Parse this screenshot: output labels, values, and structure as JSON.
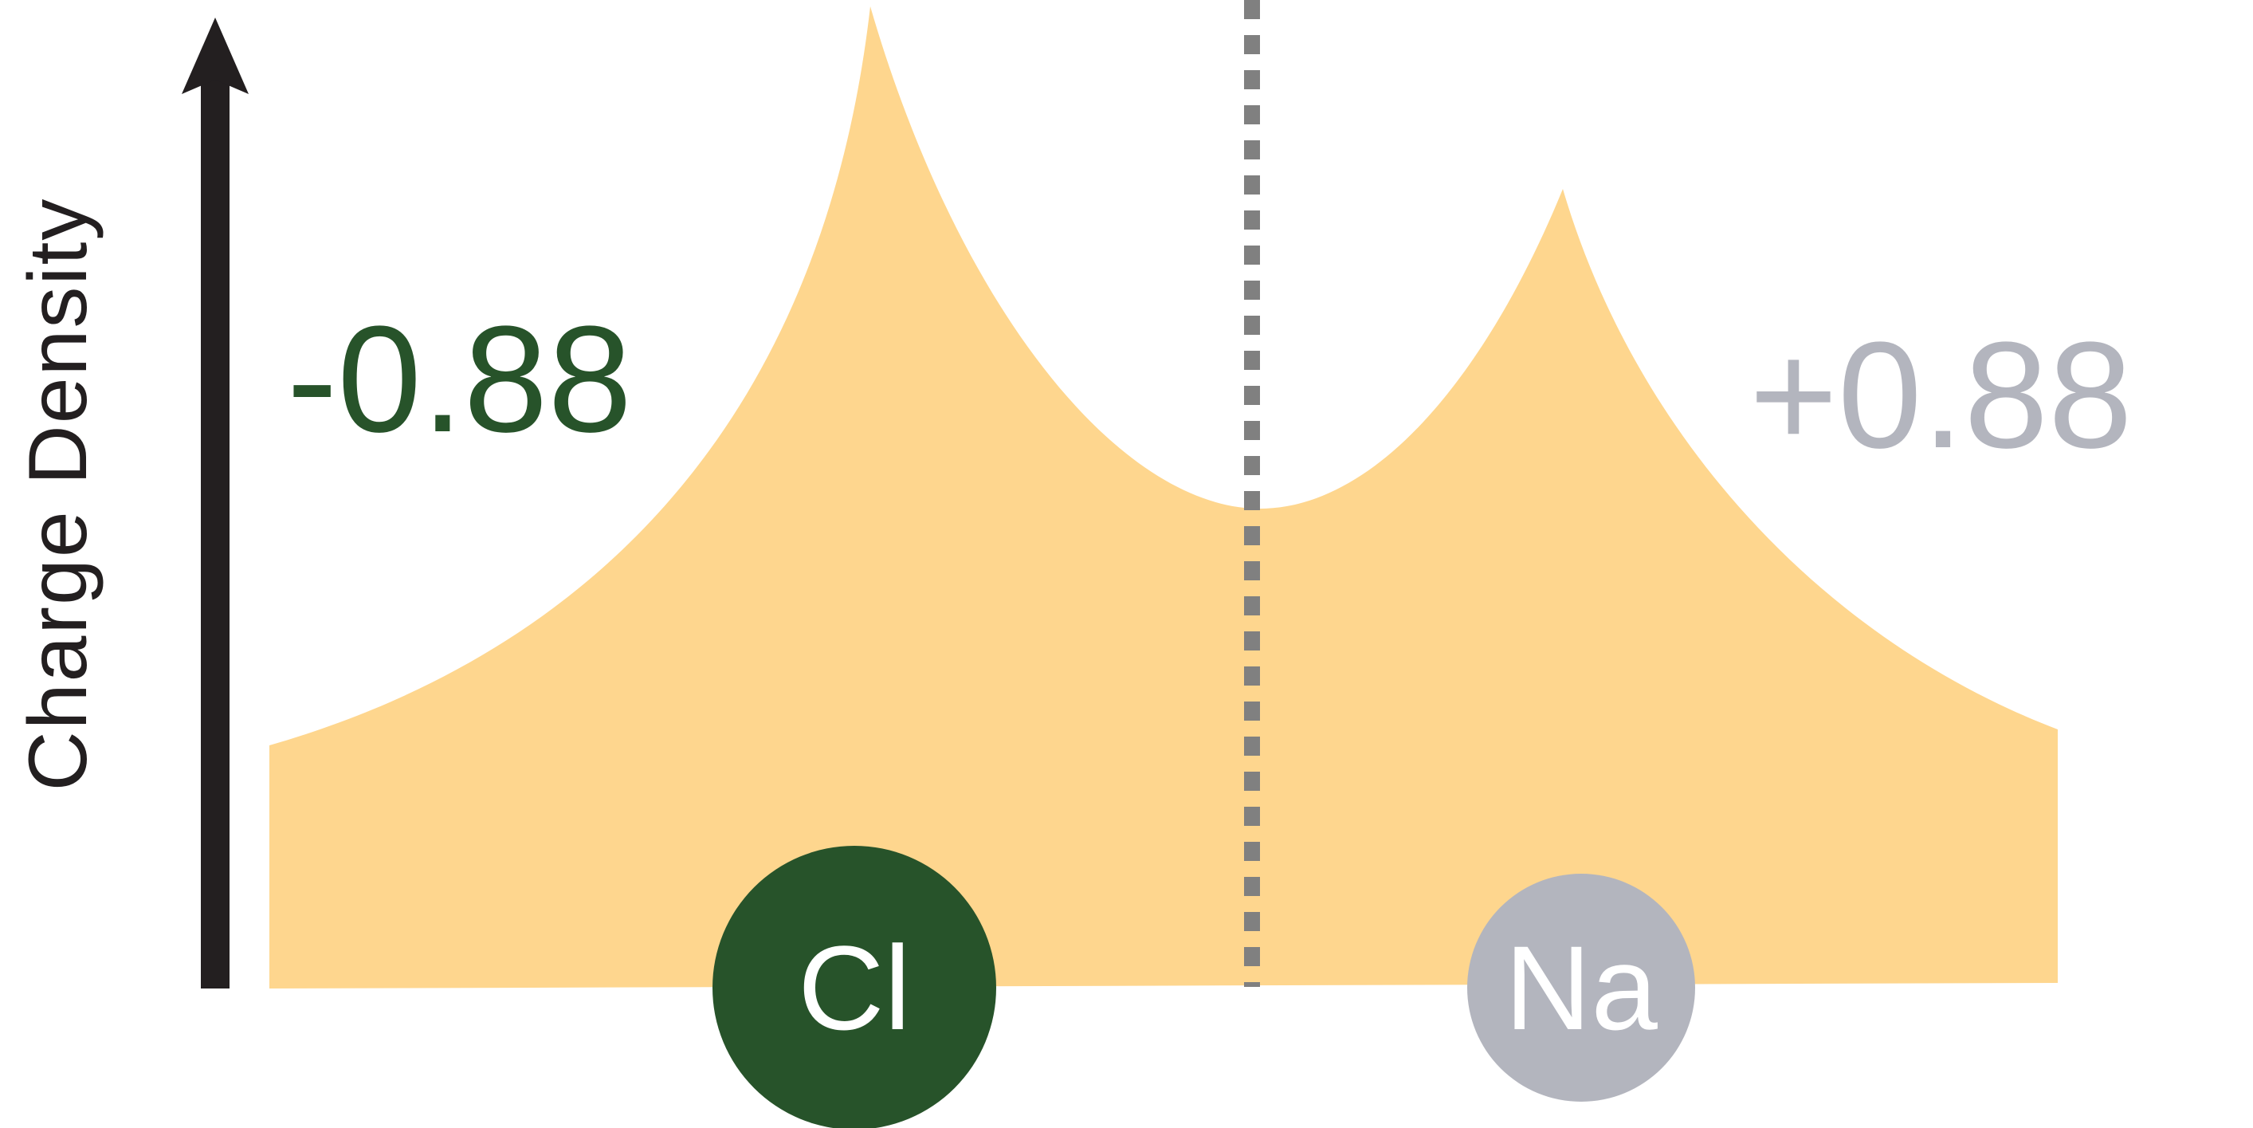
{
  "axis": {
    "y_label": "Charge Density"
  },
  "atoms": {
    "cl": {
      "symbol": "Cl",
      "charge": "-0.88",
      "color": "#27532a"
    },
    "na": {
      "symbol": "Na",
      "charge": "+0.88",
      "color": "#b3b5be"
    }
  },
  "colors": {
    "density_fill": "#fed68e",
    "axis": "#231f20",
    "divider": "#808080",
    "atom_text": "#ffffff"
  },
  "icons": {
    "axis_arrow": "arrow-up-icon"
  }
}
